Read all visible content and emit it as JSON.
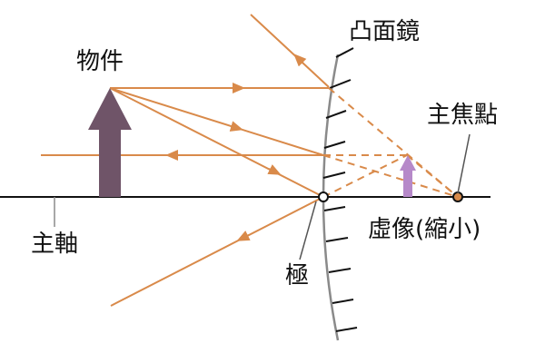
{
  "labels": {
    "mirror": "凸面鏡",
    "object": "物件",
    "focus": "主焦點",
    "axis": "主軸",
    "image": "虛像(縮小)",
    "pole": "極"
  },
  "colors": {
    "ray": "#d98a4a",
    "object_arrow": "#6f5468",
    "image_arrow": "#b689c9",
    "mirror": "#8a8a8a",
    "axis": "#111111"
  }
}
